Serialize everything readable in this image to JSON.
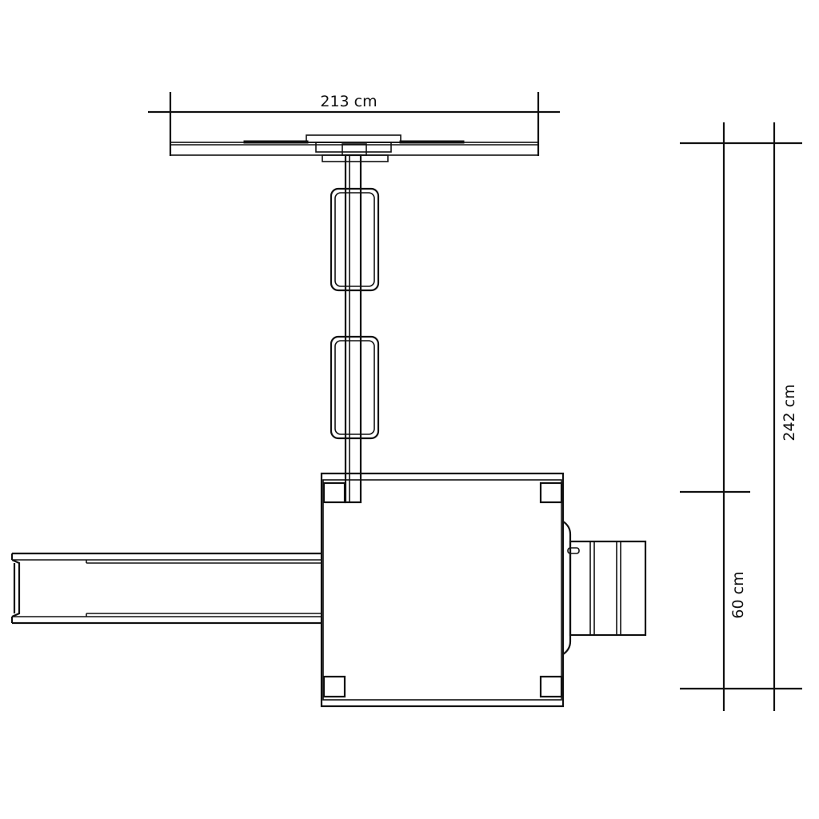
{
  "dimensions": {
    "width_label": "213 cm",
    "height_label": "242 cm",
    "platform_label": "60 cm"
  },
  "colors": {
    "stroke": "#111111",
    "background": "#ffffff"
  }
}
